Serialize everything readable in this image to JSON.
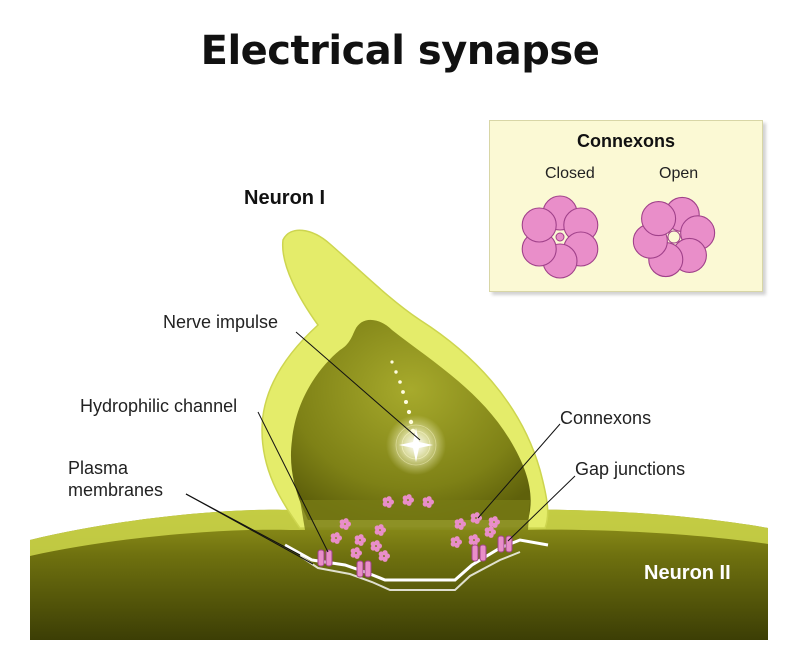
{
  "title": "Electrical synapse",
  "neuron_labels": {
    "top": "Neuron I",
    "bottom": "Neuron II"
  },
  "labels": {
    "nerve_impulse": "Nerve impulse",
    "hydrophilic_channel": "Hydrophilic channel",
    "plasma_membranes": [
      "Plasma",
      "membranes"
    ],
    "connexons": "Connexons",
    "gap_junctions": "Gap junctions"
  },
  "inset": {
    "title": "Connexons",
    "closed_label": "Closed",
    "open_label": "Open"
  },
  "colors": {
    "cytoplasm_outer": "#e4ec6a",
    "cytoplasm_inner": "#8c8f1d",
    "neuron2": "#7a7c14",
    "connexon": "#e98ec9",
    "connexon_edge": "#a0418a",
    "inset_bg": "#fbf9d4"
  }
}
